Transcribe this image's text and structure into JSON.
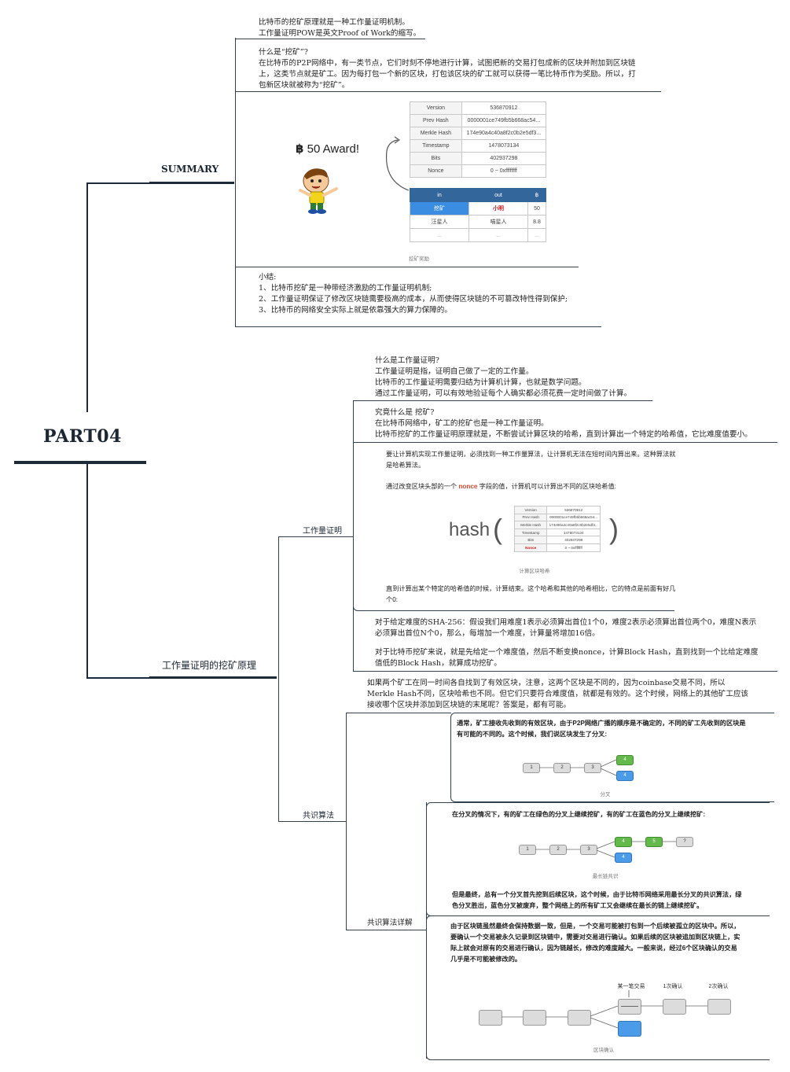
{
  "root": {
    "title": "PART04"
  },
  "summary": {
    "label": "SUMMARY",
    "intro": "比特币的挖矿原理就是一种工作量证明机制。\n工作量证明POW是英文Proof of Work的缩写。",
    "what_is_mining": "什么是“挖矿”?\n在比特币的P2P网络中，有一类节点，它们时刻不停地进行计算，试图把新的交易打包成新的区块并附加到区块链\n上，这类节点就是矿工。因为每打包一个新的区块，打包该区块的矿工就可以获得一笔比特币作为奖励。所以，打\n包新区块就被称为“挖矿”。",
    "award_text": "50 Award!",
    "award_symbol": "฿",
    "figure_caption": "挖矿奖励",
    "header_table": [
      {
        "k": "Version",
        "v": "536870912"
      },
      {
        "k": "Prev Hash",
        "v": "0000001ce749fb5b668ac54..."
      },
      {
        "k": "Merkle Hash",
        "v": "174e90a4c40a8f2c0b2e5df3..."
      },
      {
        "k": "Timestamp",
        "v": "1478073134"
      },
      {
        "k": "Bits",
        "v": "402937298"
      },
      {
        "k": "Nonce",
        "v": "0 ~ 0xffffffff"
      }
    ],
    "tx_table": {
      "headers": [
        "in",
        "out",
        "฿"
      ],
      "rows": [
        [
          "挖矿",
          "小明",
          "50"
        ],
        [
          "汪星人",
          "喵星人",
          "8.8"
        ],
        [
          "...",
          "...",
          "..."
        ]
      ]
    },
    "conclusion": "小结:\n   1、比特币挖矿是一种带经济激励的工作量证明机制;\n   2、工作量证明保证了修改区块链需要极高的成本，从而使得区块链的不可篡改特性得到保护;\n   3、比特币的网络安全实际上就是依靠强大的算力保障的。"
  },
  "pow_principle": {
    "label": "工作量证明的挖矿原理",
    "what_is_pow": "什么是工作量证明?\n工作量证明是指，证明自己做了一定的工作量。\n比特币的工作量证明需要归结为计算机计算，也就是数学问题。\n通过工作量证明，可以有效地验证每个人确实都必须花费一定时间做了计算。",
    "pow_branch": {
      "label": "工作量证明",
      "what_is_mining": "究竟什么是 挖矿?\n在比特币网络中，矿工的挖矿也是一种工作量证明。\n比特币挖矿的工作量证明原理就是，不断尝试计算区块的哈希，直到计算出一个特定的哈希值，它比难度值要小。",
      "algo_text_1": "要让计算机实现工作量证明，必须找到一种工作量算法，让计算机无法在短时间内算出来。这种算法就\n是哈希算法。",
      "algo_text_2_prefix": "通过改变区块头部的一个 ",
      "nonce_word": "nonce",
      "algo_text_2_suffix": " 字段的值，计算机可以计算出不同的区块哈希值:",
      "hash_word": "hash",
      "hash_caption": "计算区块哈希",
      "hash_table": [
        {
          "k": "Version",
          "v": "536870912"
        },
        {
          "k": "Prev Hash",
          "v": "0000001ce749fb5b668ac54..."
        },
        {
          "k": "Merkle Hash",
          "v": "174e90a4c40a8f2c0b2e5df3..."
        },
        {
          "k": "Timestamp",
          "v": "1478073134"
        },
        {
          "k": "Bits",
          "v": "402937298"
        },
        {
          "k": "Nonce",
          "v": "0 ~ 0xffffffff"
        }
      ],
      "algo_text_3": "直到计算出某个特定的哈希值的时候，计算结束。这个哈希和其他的哈希相比，它的特点是前面有好几\n个0:",
      "sha256": "对于给定难度的SHA-256：假设我们用难度1表示必须算出首位1个0，难度2表示必须算出首位两个0，难度N表示\n必须算出首位N个0，那么，每增加一个难度，计算量将增加16倍。",
      "mining_success": "对于比特币挖矿来说，就是先给定一个难度值，然后不断变换nonce，计算Block Hash，直到找到一个比给定难度\n值低的Block Hash，就算成功挖矿。"
    },
    "consensus_branch": {
      "label": "共识算法",
      "intro": "如果两个矿工在同一时间各自找到了有效区块，注意，这两个区块是不同的，因为coinbase交易不同，所以\nMerkle Hash不同，区块哈希也不同。但它们只要符合难度值，就都是有效的。这个时候，网络上的其他矿工应该\n接收哪个区块并添加到区块链的末尾呢？答案是，都有可能。",
      "detail_label": "共识算法详解",
      "fork_text": "通常，矿工接收先收到的有效区块，由于P2P网络广播的顺序是不确定的，不同的矿工先收到的区块是\n有可能的不同的。这个时候，我们说区块发生了分叉:",
      "fork_caption": "分叉",
      "fork_blocks": [
        "1",
        "2",
        "3",
        "4",
        "4"
      ],
      "longest_text": "在分叉的情况下，有的矿工在绿色的分叉上继续挖矿，有的矿工在蓝色的分叉上继续挖矿:",
      "longest_caption": "最长链共识",
      "longest_blocks": [
        "1",
        "2",
        "3",
        "4",
        "5",
        "?",
        "4"
      ],
      "longest_text_2": "但是最终，总有一个分叉首先挖到后续区块，这个时候，由于比特币网络采用最长分叉的共识算法，绿\n色分叉胜出，蓝色分叉被废弃，整个网络上的所有矿工又会继续在最长的链上继续挖矿。",
      "confirm_text": "由于区块链虽然最终会保持数据一致，但是，一个交易可能被打包到一个后续被孤立的区块中。所以，\n要确认一个交易被永久记录到区块链中，需要对交易进行确认。如果后续的区块被追加到区块链上，实\n际上就会对原有的交易进行确认，因为链越长，修改的难度越大。一般来说，经过6个区块确认的交易\n几乎是不可能被修改的。",
      "confirm_labels": [
        "某一笔交易",
        "1次确认",
        "2次确认"
      ],
      "confirm_caption": "区块确认"
    }
  }
}
